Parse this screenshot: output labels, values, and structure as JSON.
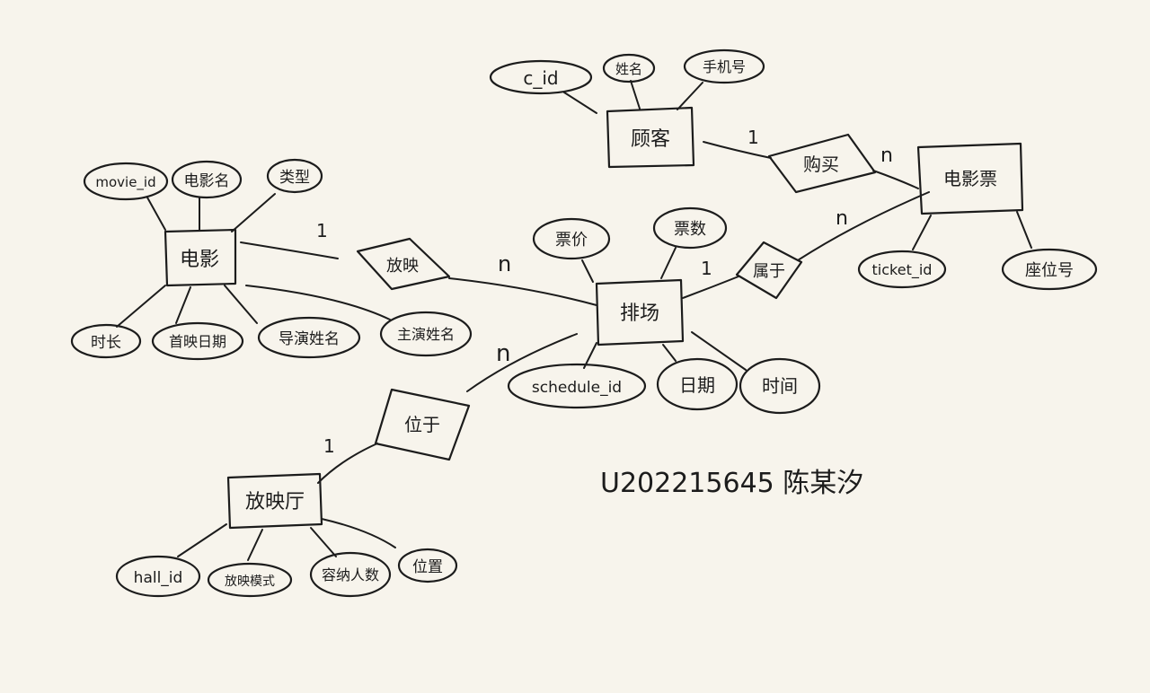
{
  "background": "#f7f4ec",
  "ink": "#1c1c1c",
  "entities": [
    {
      "id": "customer",
      "label": "顾客"
    },
    {
      "id": "ticket",
      "label": "电影票"
    },
    {
      "id": "movie",
      "label": "电影"
    },
    {
      "id": "schedule",
      "label": "排场"
    },
    {
      "id": "hall",
      "label": "放映厅"
    }
  ],
  "relationships": [
    {
      "id": "buy",
      "label": "购买"
    },
    {
      "id": "show",
      "label": "放映"
    },
    {
      "id": "belong",
      "label": "属于"
    },
    {
      "id": "locate",
      "label": "位于"
    }
  ],
  "attributes": [
    {
      "id": "c_id",
      "label": "c_id"
    },
    {
      "id": "c_name",
      "label": "姓名"
    },
    {
      "id": "c_phone",
      "label": "手机号"
    },
    {
      "id": "t_id",
      "label": "ticket_id"
    },
    {
      "id": "t_seat",
      "label": "座位号"
    },
    {
      "id": "m_id",
      "label": "movie_id"
    },
    {
      "id": "m_name",
      "label": "电影名"
    },
    {
      "id": "m_type",
      "label": "类型"
    },
    {
      "id": "m_len",
      "label": "时长"
    },
    {
      "id": "m_date",
      "label": "首映日期"
    },
    {
      "id": "m_dir",
      "label": "导演姓名"
    },
    {
      "id": "m_star",
      "label": "主演姓名"
    },
    {
      "id": "s_price",
      "label": "票价"
    },
    {
      "id": "s_count",
      "label": "票数"
    },
    {
      "id": "s_id",
      "label": "schedule_id"
    },
    {
      "id": "s_day",
      "label": "日期"
    },
    {
      "id": "s_time",
      "label": "时间"
    },
    {
      "id": "h_id",
      "label": "hall_id"
    },
    {
      "id": "h_mode",
      "label": "放映模式"
    },
    {
      "id": "h_cap",
      "label": "容纳人数"
    },
    {
      "id": "h_pos",
      "label": "位置"
    }
  ],
  "cardinalities": [
    {
      "id": "c1",
      "label": "1"
    },
    {
      "id": "c2",
      "label": "n"
    },
    {
      "id": "c3",
      "label": "1"
    },
    {
      "id": "c4",
      "label": "n"
    },
    {
      "id": "c5",
      "label": "1"
    },
    {
      "id": "c6",
      "label": "n"
    },
    {
      "id": "c7",
      "label": "1"
    },
    {
      "id": "c8",
      "label": "n"
    }
  ],
  "signature": "U202215645 陈某汐"
}
